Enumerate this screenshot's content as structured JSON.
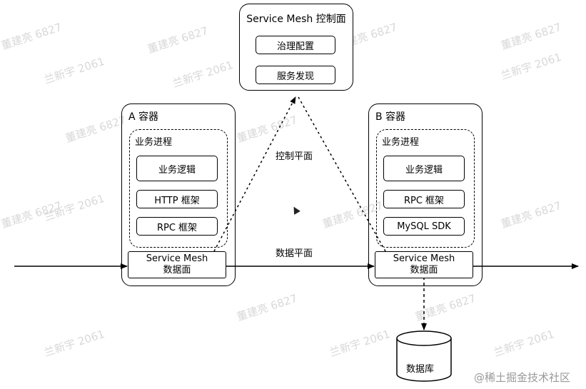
{
  "control_plane": {
    "title": "Service Mesh 控制面",
    "items": [
      "治理配置",
      "服务发现"
    ]
  },
  "container_a": {
    "title": "A 容器",
    "process_title": "业务进程",
    "items": [
      "业务逻辑",
      "HTTP 框架",
      "RPC 框架"
    ],
    "mesh_line1": "Service Mesh",
    "mesh_line2": "数据面"
  },
  "container_b": {
    "title": "B 容器",
    "process_title": "业务进程",
    "items": [
      "业务逻辑",
      "RPC 框架",
      "MySQL SDK"
    ],
    "mesh_line1": "Service Mesh",
    "mesh_line2": "数据面"
  },
  "labels": {
    "control_plane": "控制平面",
    "data_plane": "数据平面"
  },
  "database": {
    "label": "数据库"
  },
  "watermark": {
    "site": "@稀土掘金技术社区",
    "marks": [
      "董建亮 6827",
      "兰新宇 2061"
    ]
  },
  "colors": {
    "line": "#000000",
    "background": "#ffffff",
    "watermark": "#d8d8d8"
  }
}
